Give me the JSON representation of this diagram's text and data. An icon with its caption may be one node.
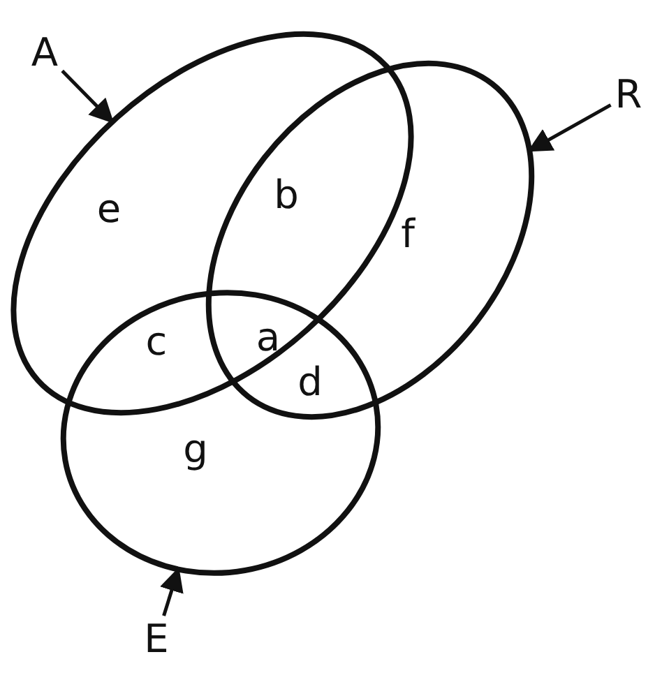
{
  "diagram": {
    "nodes": [
      {
        "text": [
          "A"
        ]
      },
      {
        "text": [
          "R"
        ]
      },
      {
        "text": [],
        "shape": "ellipse"
      },
      {
        "text": [],
        "shape": "ellipse"
      },
      {
        "text": [],
        "shape": "ellipse"
      },
      {
        "text": [
          "E"
        ]
      }
    ],
    "edges": [
      {
        "from": 0,
        "to": 2,
        "arrow": "to"
      },
      {
        "from": 1,
        "to": 3,
        "arrow": "to"
      },
      {
        "from": 5,
        "to": 4,
        "arrow": "to"
      }
    ],
    "labels": [
      "e",
      "b",
      "f",
      "a",
      "c",
      "d",
      "g"
    ]
  }
}
